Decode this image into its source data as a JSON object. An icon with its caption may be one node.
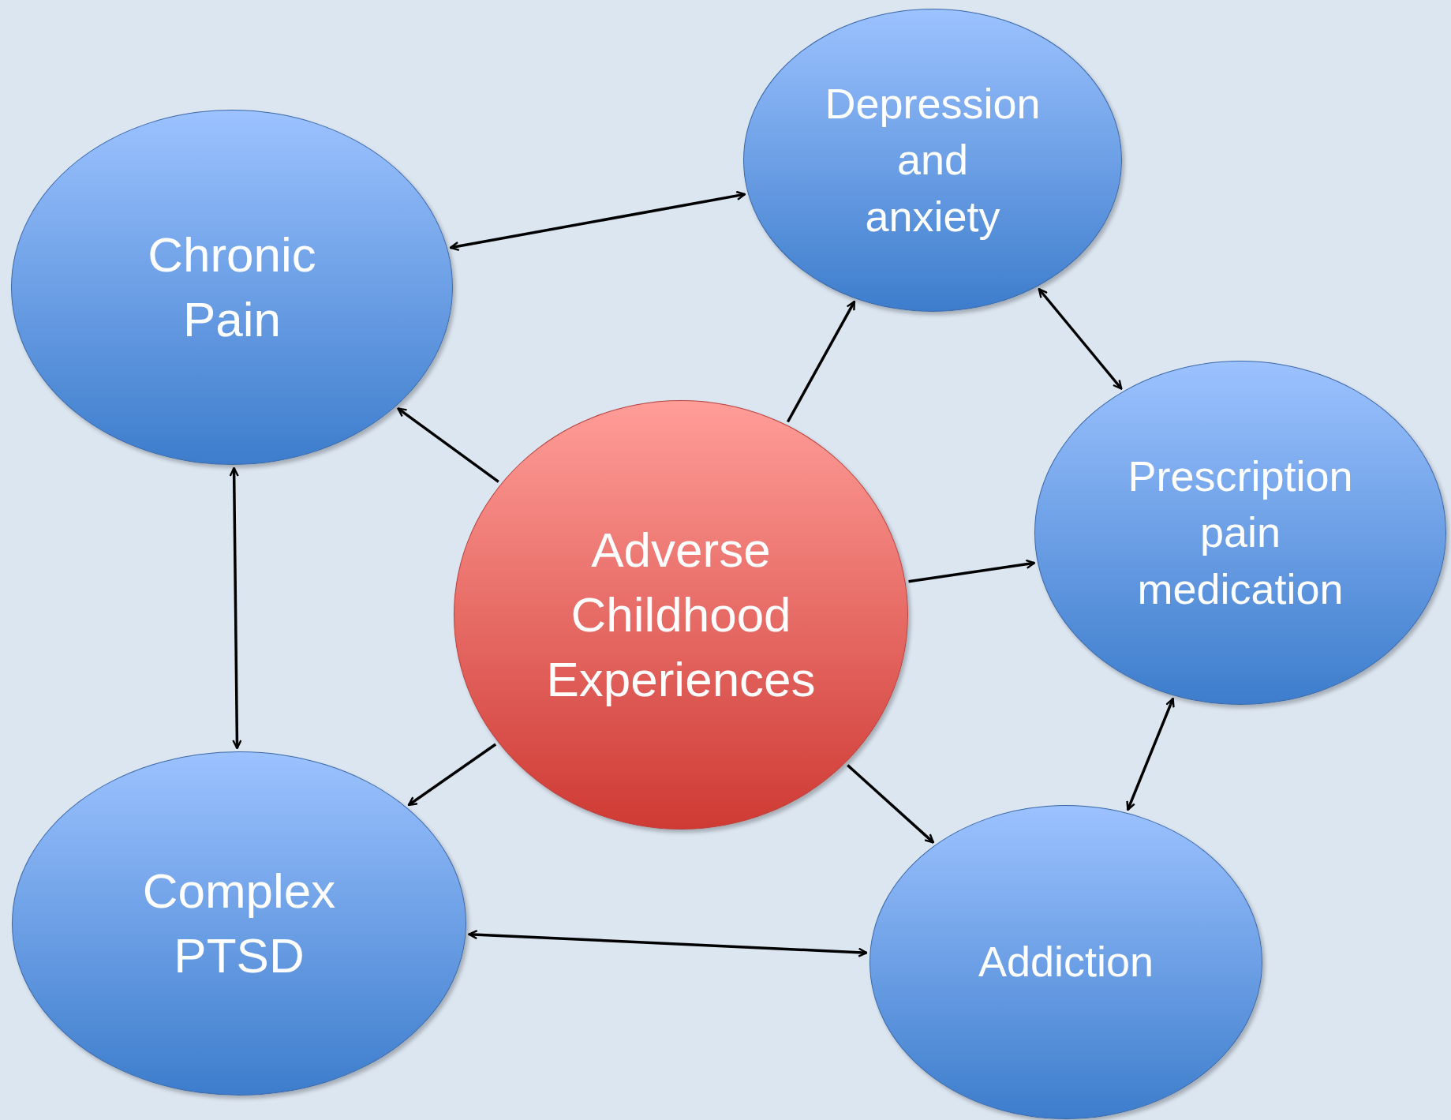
{
  "diagram": {
    "nodes": [
      {
        "text": [
          "Depression and anxiety"
        ]
      },
      {
        "text": [
          "Chronic Pain"
        ]
      },
      {
        "text": [
          "Prescription pain medication"
        ]
      },
      {
        "text": [
          "Adverse Childhood Experiences"
        ]
      },
      {
        "text": [
          "Complex PTSD"
        ]
      },
      {
        "text": [
          "Addiction"
        ]
      }
    ],
    "edges": [
      {
        "from": 1,
        "to": 0,
        "arrow": "both"
      },
      {
        "from": 3,
        "to": 0,
        "arrow": "to"
      },
      {
        "from": 0,
        "to": 2,
        "arrow": "both"
      },
      {
        "from": 3,
        "to": 1,
        "arrow": "to"
      },
      {
        "from": 1,
        "to": 4,
        "arrow": "both"
      },
      {
        "from": 3,
        "to": 2,
        "arrow": "to"
      },
      {
        "from": 3,
        "to": 4,
        "arrow": "to"
      },
      {
        "from": 3,
        "to": 5,
        "arrow": "to"
      },
      {
        "from": 2,
        "to": 5,
        "arrow": "both"
      },
      {
        "from": 4,
        "to": 5,
        "arrow": "both"
      }
    ]
  }
}
